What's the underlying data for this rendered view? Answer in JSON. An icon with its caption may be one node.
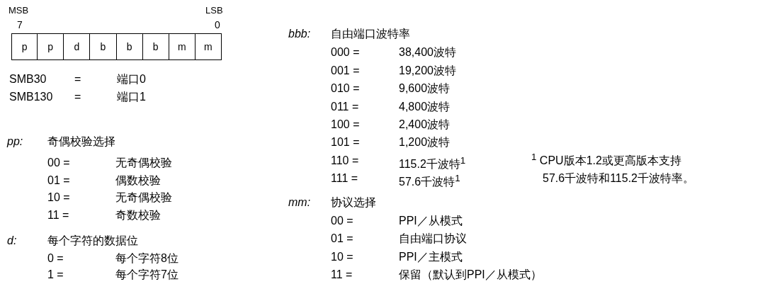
{
  "diagram": {
    "nodes": [
      {
        "text": [
          "p"
        ]
      },
      {
        "text": [
          "p"
        ]
      },
      {
        "text": [
          "d"
        ]
      },
      {
        "text": [
          "b"
        ]
      },
      {
        "text": [
          "b"
        ]
      },
      {
        "text": [
          "b"
        ]
      },
      {
        "text": [
          "m"
        ]
      },
      {
        "text": [
          "m"
        ]
      }
    ],
    "labels": [
      "MSB",
      "LSB",
      "7",
      "0",
      "SMB30",
      "=",
      "端口0",
      "SMB130",
      "=",
      "端口1",
      "pp:",
      "奇偶校验选择",
      "00 =",
      "无奇偶校验",
      "01 =",
      "偶数校验",
      "10 =",
      "无奇偶校验",
      "11 =",
      "奇数校验",
      "d:",
      "每个字符的数据位",
      "0 =",
      "每个字符8位",
      "1 =",
      "每个字符7位",
      "bbb:",
      "自由端口波特率",
      "000 =",
      "38,400波特",
      "001 =",
      "19,200波特",
      "010 =",
      "9,600波特",
      "011 =",
      "4,800波特",
      "100 =",
      "2,400波特",
      "101 =",
      "1,200波特",
      "110 =",
      "115.2千波特$^{1}$",
      "111 =",
      "57.6千波特$^{1}$",
      "$^{1}$ CPU版本1.2或更高版本支持57.6千波特和115.2千波特率。",
      "mm:",
      "协议选择",
      "00 =",
      "PPI／从模式",
      "01 =",
      "自由端口协议",
      "10 =",
      "PPI／主模式",
      "11 =",
      "保留（默认到PPI／从模式）"
    ]
  }
}
